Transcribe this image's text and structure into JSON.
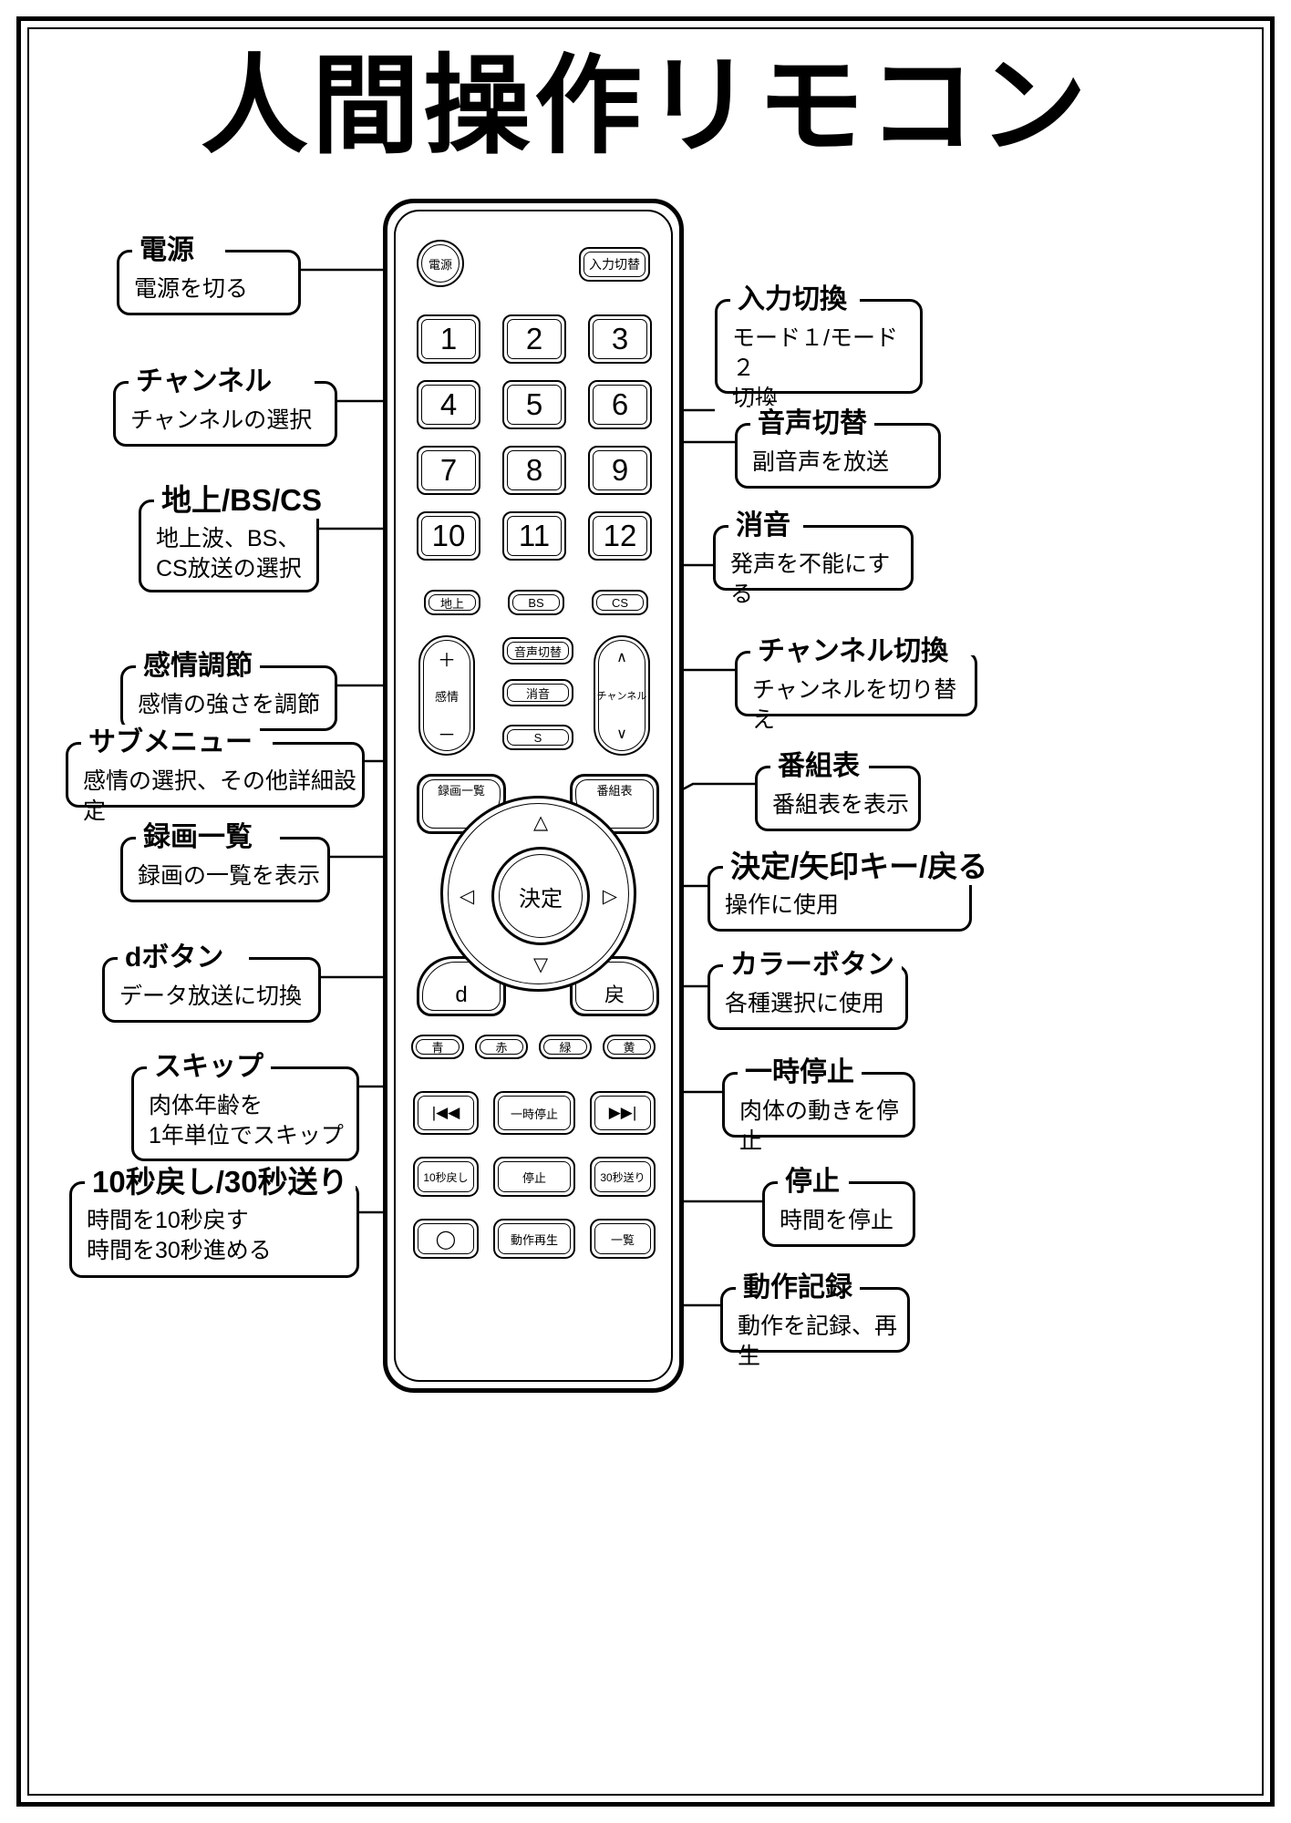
{
  "page": {
    "title": "人間操作リモコン"
  },
  "callouts_left": [
    {
      "id": "power",
      "title": "電源",
      "desc": "電源を切る"
    },
    {
      "id": "channel",
      "title": "チャンネル",
      "desc": "チャンネルの選択"
    },
    {
      "id": "broadcast",
      "title": "地上/BS/CS",
      "desc": "地上波、BS、\nCS放送の選択"
    },
    {
      "id": "emotion",
      "title": "感情調節",
      "desc": "感情の強さを調節"
    },
    {
      "id": "submenu",
      "title": "サブメニュー",
      "desc": "感情の選択、その他詳細設定"
    },
    {
      "id": "reclist",
      "title": "録画一覧",
      "desc": "録画の一覧を表示"
    },
    {
      "id": "dbutton",
      "title": "dボタン",
      "desc": "データ放送に切換"
    },
    {
      "id": "skip",
      "title": "スキップ",
      "desc": "肉体年齢を\n1年単位でスキップ"
    },
    {
      "id": "seek",
      "title": "10秒戻し/30秒送り",
      "desc": "時間を10秒戻す\n時間を30秒進める"
    }
  ],
  "callouts_right": [
    {
      "id": "input",
      "title": "入力切換",
      "desc": "モード１/モード２\n切換"
    },
    {
      "id": "audio",
      "title": "音声切替",
      "desc": "副音声を放送"
    },
    {
      "id": "mute",
      "title": "消音",
      "desc": "発声を不能にする"
    },
    {
      "id": "chswitch",
      "title": "チャンネル切換",
      "desc": "チャンネルを切り替え"
    },
    {
      "id": "guide",
      "title": "番組表",
      "desc": "番組表を表示"
    },
    {
      "id": "enter",
      "title": "決定/矢印キー/戻る",
      "desc": "操作に使用"
    },
    {
      "id": "colors",
      "title": "カラーボタン",
      "desc": "各種選択に使用"
    },
    {
      "id": "pause",
      "title": "一時停止",
      "desc": "肉体の動きを停止"
    },
    {
      "id": "stop",
      "title": "停止",
      "desc": "時間を停止"
    },
    {
      "id": "record",
      "title": "動作記録",
      "desc": "動作を記録、再生"
    }
  ],
  "remote": {
    "power_label": "電源",
    "input_label": "入力切替",
    "numbers": [
      "1",
      "2",
      "3",
      "4",
      "5",
      "6",
      "7",
      "8",
      "9",
      "10",
      "11",
      "12"
    ],
    "source_buttons": [
      "地上",
      "BS",
      "CS"
    ],
    "audio_label": "音声切替",
    "mute_label": "消音",
    "sub_label": "S",
    "volume": {
      "plus": "＋",
      "name": "感情",
      "minus": "－"
    },
    "channel": {
      "up": "∧",
      "name": "チャンネル",
      "down": "∨"
    },
    "reclist_label": "録画一覧",
    "guide_label": "番組表",
    "dpad": {
      "center": "決定",
      "up": "△",
      "down": "▽",
      "left": "◁",
      "right": "▷"
    },
    "d_label": "d",
    "back_label": "戻",
    "color_buttons": [
      "青",
      "赤",
      "緑",
      "黄"
    ],
    "transport": {
      "prev": "|◀◀",
      "pause": "一時停止",
      "next": "▶▶|"
    },
    "seek": {
      "back10": "10秒戻し",
      "stop": "停止",
      "fwd30": "30秒送り"
    },
    "bottom": {
      "rec": "◯",
      "play": "動作再生",
      "list": "一覧"
    }
  }
}
